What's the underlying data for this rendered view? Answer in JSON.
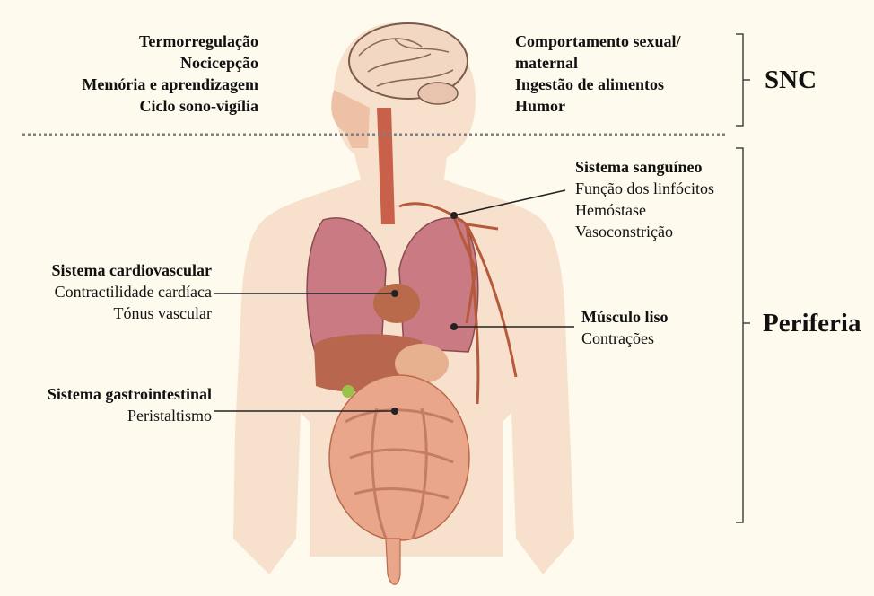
{
  "cns_left": {
    "items": [
      "Termorregulação",
      "Nocicepção",
      "Memória e aprendizagem",
      "Ciclo sono-vigília"
    ]
  },
  "cns_right": {
    "items": [
      "Comportamento sexual/",
      "maternal",
      "Ingestão de alimentos",
      "Humor"
    ]
  },
  "labels": {
    "cns": "SNC",
    "periphery": "Periferia"
  },
  "blood": {
    "title": "Sistema sanguíneo",
    "items": [
      "Função dos linfócitos",
      "Hemóstase",
      "Vasoconstrição"
    ]
  },
  "cardio": {
    "title": "Sistema cardiovascular",
    "items": [
      "Contractilidade cardíaca",
      "Tónus vascular"
    ]
  },
  "smooth_muscle": {
    "title": "Músculo liso",
    "items": [
      "Contrações"
    ]
  },
  "gastro": {
    "title": "Sistema gastrointestinal",
    "items": [
      "Peristaltismo"
    ]
  },
  "colors": {
    "background": "#fffaee",
    "silhouette": "#f6dcc6",
    "lungs": "#c97a82",
    "liver": "#b8674e",
    "intestine": "#e9a68a",
    "brain": "#f2d7c3",
    "vessels": "#b55a3a",
    "divider": "#808080",
    "bracket": "#444444"
  }
}
